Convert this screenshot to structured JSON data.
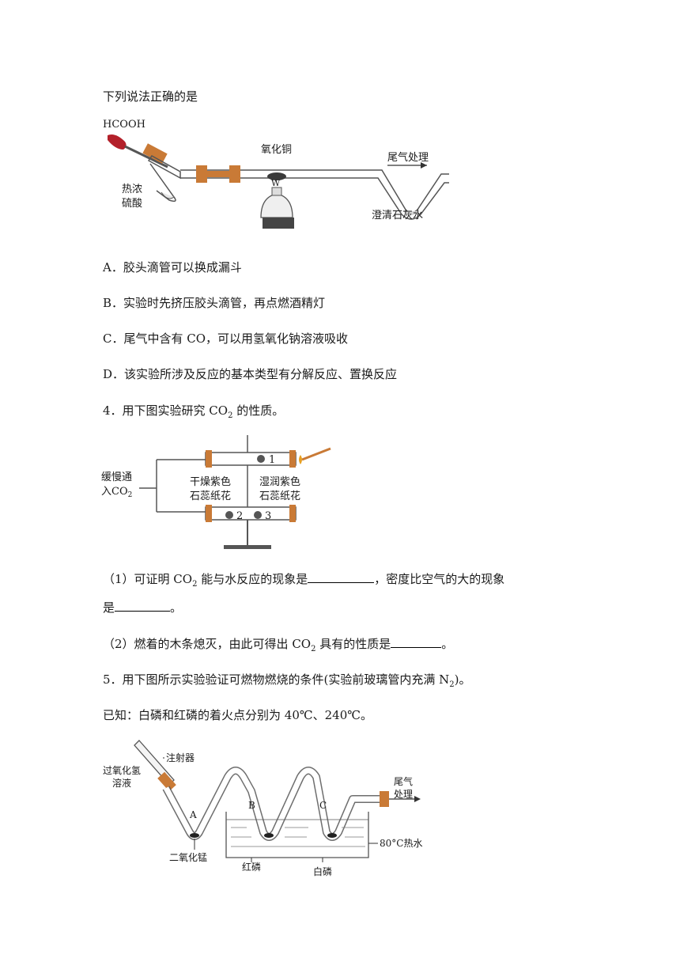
{
  "intro": "下列说法正确的是",
  "fig1": {
    "hcooh": "HCOOH",
    "oxide": "氧化铜",
    "tail": "尾气处理",
    "acid1": "热浓",
    "acid2": "硫酸",
    "lime": "澄清石灰水",
    "burner": "W"
  },
  "options": {
    "A": "A．胶头滴管可以换成漏斗",
    "B": "B．实验时先挤压胶头滴管，再点燃酒精灯",
    "C": "C．尾气中含有 CO，可以用氢氧化钠溶液吸收",
    "D": "D．该实验所涉及反应的基本类型有分解反应、置换反应"
  },
  "q4": {
    "stem_pre": "4．用下图实验研究 CO",
    "sub2": "2",
    "stem_post": " 的性质。",
    "fig": {
      "gas1": "缓慢通",
      "gas2": "入CO",
      "sub2": "2",
      "dry1": "干燥紫色",
      "dry2": "石蕊纸花",
      "wet1": "湿润紫色",
      "wet2": "石蕊纸花",
      "n1": "1",
      "n2": "2",
      "n3": "3"
    },
    "p1_pre": "（1）可证明 CO",
    "p1_mid": " 能与水反应的现象是",
    "p1_post": "，密度比空气的大的现象",
    "p1_line2": "是",
    "p1_end": "。",
    "p2_pre": "（2）燃着的木条熄灭，由此可得出 CO",
    "p2_post": " 具有的性质是",
    "p2_end": "。"
  },
  "q5": {
    "stem": "5．用下图所示实验验证可燃物燃烧的条件(实验前玻璃管内充满 N",
    "stem_end": ")。",
    "known": "已知：白磷和红磷的着火点分别为 40℃、240℃。",
    "fig": {
      "syringe": "注射器",
      "h2o2_1": "过氧化氢",
      "h2o2_2": "溶液",
      "A": "A",
      "B": "B",
      "C": "C",
      "tail1": "尾气",
      "tail2": "处理",
      "water": "80°C热水",
      "mno2": "二氧化锰",
      "redp": "红磷",
      "whitep": "白磷"
    }
  }
}
